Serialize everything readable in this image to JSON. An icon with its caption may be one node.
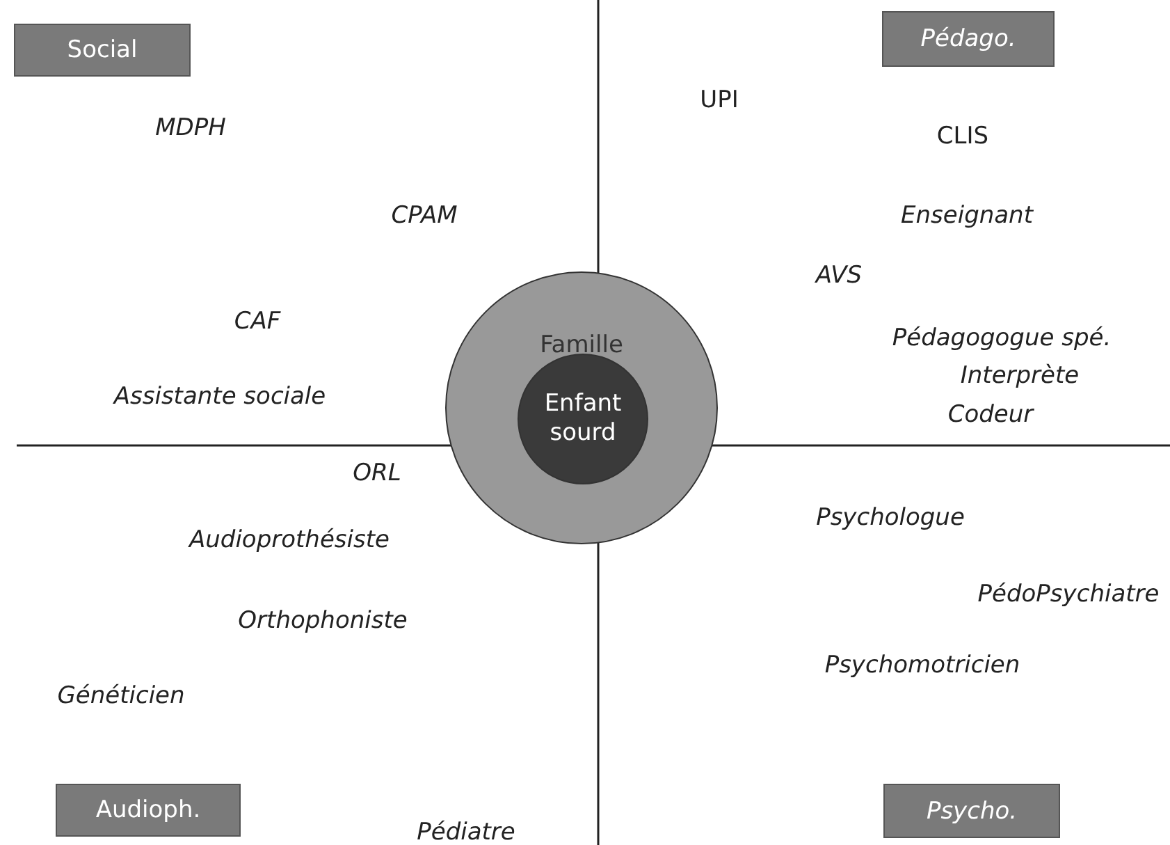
{
  "diagram": {
    "nodes": [
      {
        "text": [
          "Social"
        ]
      },
      {
        "text": [
          "Pédago."
        ]
      },
      {
        "text": [
          "Audioph."
        ]
      },
      {
        "text": [
          "Psycho."
        ]
      },
      {
        "text": [
          "Famille"
        ]
      },
      {
        "text": [
          "Enfant sourd"
        ],
        "in": 4
      }
    ],
    "labels": [
      "UPI",
      "CLIS",
      "MDPH",
      "CPAM",
      "Enseignant",
      "AVS",
      "CAF",
      "Pédagogogue spé.",
      "Interprète",
      "Codeur",
      "Assistante sociale",
      "ORL",
      "Psychologue",
      "Audioprothésiste",
      "PédoPsychiatre",
      "Orthophoniste",
      "Psychomotricien",
      "Généticien",
      "Pédiatre"
    ]
  }
}
